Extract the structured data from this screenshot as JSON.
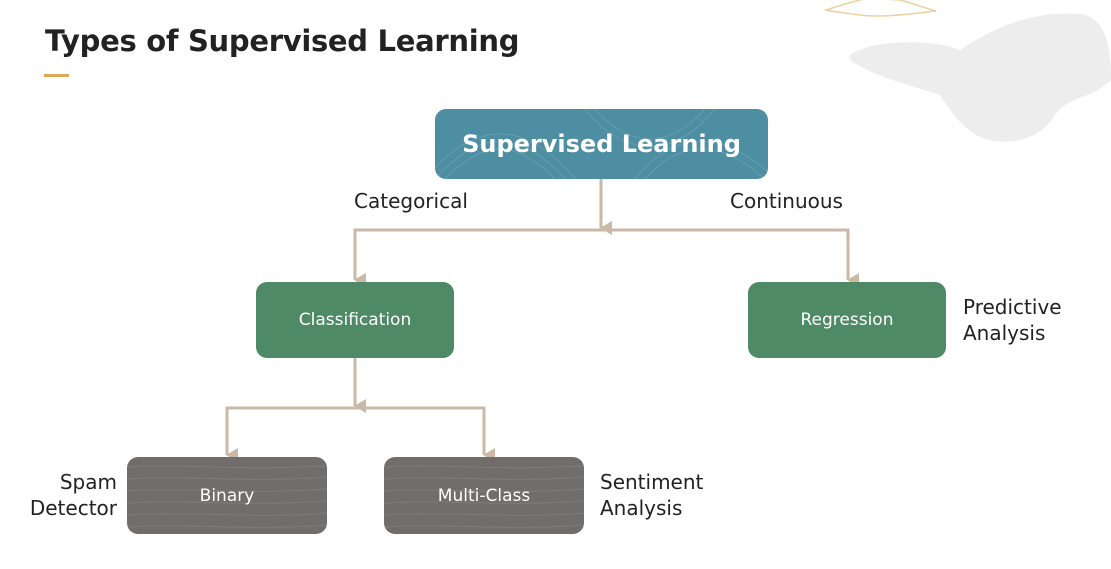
{
  "slide": {
    "title": "Types of Supervised Learning",
    "accent_color": "#e0a656"
  },
  "diagram": {
    "root": {
      "label": "Supervised Learning",
      "color": "#4e8ea3"
    },
    "edge_labels": {
      "left": "Categorical",
      "right": "Continuous"
    },
    "level1": [
      {
        "label": "Classification",
        "color": "#4f8a66"
      },
      {
        "label": "Regression",
        "color": "#4f8a66",
        "annotation": [
          "Predictive",
          "Analysis"
        ]
      }
    ],
    "level2": [
      {
        "label": "Binary",
        "color": "#716d6a",
        "annotation": [
          "Spam",
          "Detector"
        ]
      },
      {
        "label": "Multi-Class",
        "color": "#716d6a",
        "annotation": [
          "Sentiment",
          "Analysis"
        ]
      }
    ],
    "connector_color": "#c9b9a6"
  }
}
